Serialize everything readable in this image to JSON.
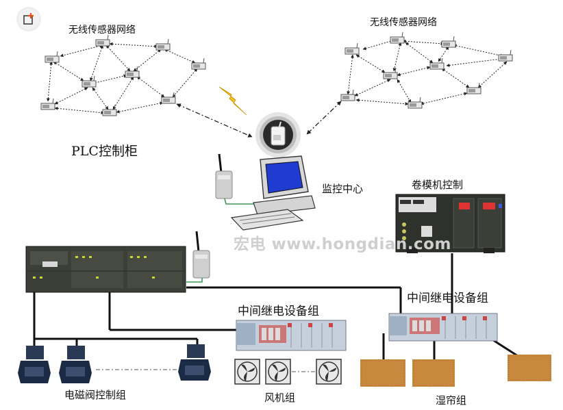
{
  "labels": {
    "wsn_left": "无线传感器网络",
    "wsn_right": "无线传感器网络",
    "plc_cabinet": "PLC控制柜",
    "monitor_center": "监控中心",
    "film_control": "卷模机控制",
    "relay_group_mid": "中间继电设备组",
    "relay_group_right": "中间继电设备组",
    "valve_group": "电磁阀控制组",
    "fan_group": "风机组",
    "wet_curtain_group": "湿帘组"
  },
  "watermark": "宏电 www.hongdian.com",
  "colors": {
    "line": "#111111",
    "cable_green": "#3a9a55",
    "curtain": "#c8893f",
    "screen": "#1f3bd0",
    "lightning": "#f0c020",
    "watermark": "#cfcfcf"
  },
  "icons": {
    "share": "share-icon",
    "lightning": "lightning-icon",
    "gateway": "wireless-gateway-icon",
    "computer": "computer-icon",
    "modem": "wireless-modem-icon",
    "plc": "plc-rack-icon",
    "relay": "relay-module-icon",
    "valve": "solenoid-valve-icon",
    "fan": "fan-icon",
    "curtain": "wet-curtain-pad",
    "node": "sensor-node-icon"
  }
}
